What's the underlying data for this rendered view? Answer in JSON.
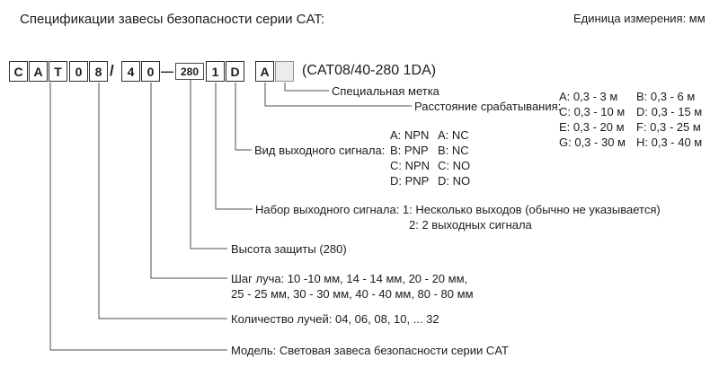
{
  "header": {
    "title": "Спецификации завесы безопасности серии CAT:",
    "unit": "Единица измерения: мм"
  },
  "model_code": {
    "boxes": [
      "C",
      "A",
      "T",
      "0",
      "8",
      "4",
      "0",
      "280",
      "1",
      "D",
      "A",
      ""
    ],
    "slash": "/",
    "dash": "—",
    "example": "(CAT08/40-280 1DA)"
  },
  "labels": {
    "special_mark": "Специальная метка",
    "operating_distance": {
      "title": "Расстояние срабатывания:",
      "col1": [
        "A: 0,3 - 3 м",
        "C: 0,3 - 10 м",
        "E: 0,3 - 20 м",
        "G: 0,3 - 30 м"
      ],
      "col2": [
        "B: 0,3 - 6 м",
        "D: 0,3 - 15 м",
        "F: 0,3 - 25 м",
        "H: 0,3 - 40 м"
      ]
    },
    "output_signal_type": {
      "title": "Вид выходного сигнала:",
      "col1": [
        "A: NPN",
        "B: PNP",
        "C: NPN",
        "D: PNP"
      ],
      "col2": [
        "A: NC",
        "B: NC",
        "C: NO",
        "D: NO"
      ]
    },
    "output_signal_set": {
      "line1": "Набор выходного сигнала: 1: Несколько выходов (обычно не указывается)",
      "line2": "2: 2 выходных сигнала"
    },
    "protection_height": "Высота защиты (280)",
    "beam_pitch": {
      "line1": "Шаг луча: 10 -10 мм, 14 - 14 мм, 20 - 20 мм,",
      "line2": "25 - 25 мм, 30 - 30 мм, 40 - 40 мм, 80 - 80 мм"
    },
    "beam_count": "Количество лучей: 04, 06, 08, 10, ... 32",
    "model": "Модель: Световая завеса безопасности серии CAT"
  }
}
